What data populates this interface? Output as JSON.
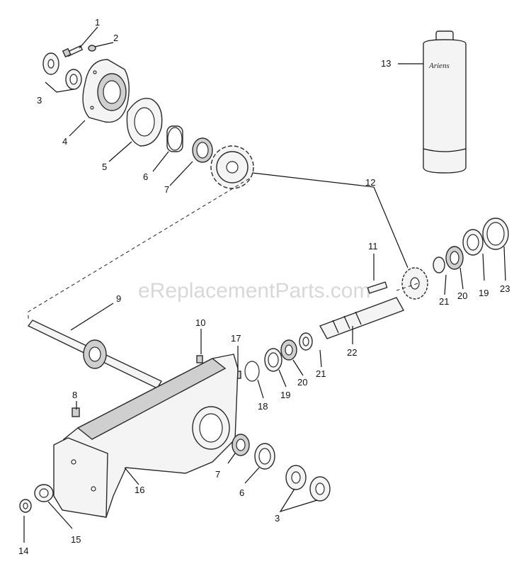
{
  "watermark": "eReplacementParts.com",
  "brand_mark": "Ariens",
  "callouts": [
    "1",
    "2",
    "3",
    "4",
    "5",
    "6",
    "7",
    "12",
    "13",
    "11",
    "9",
    "10",
    "17",
    "21",
    "20",
    "19",
    "23",
    "22",
    "18",
    "8",
    "16",
    "14",
    "15"
  ],
  "callouts_b": [
    "21",
    "20",
    "19",
    "7",
    "6",
    "3"
  ]
}
